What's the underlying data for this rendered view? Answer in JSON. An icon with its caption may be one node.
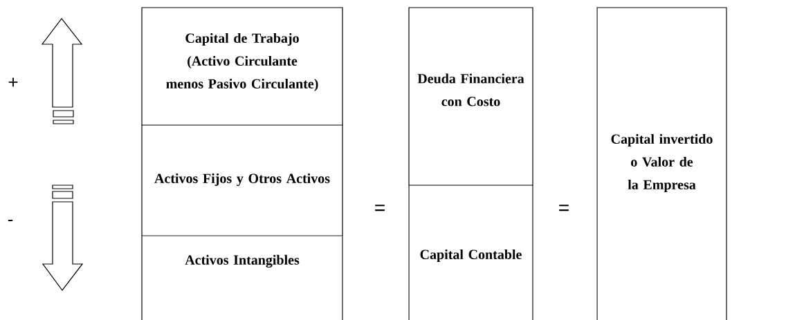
{
  "diagram": {
    "nodes": [
      {
        "text": [
          "Capital de Trabajo (Activo Circulante menos Pasivo Circulante)"
        ]
      },
      {
        "text": [
          "Activos Fijos y Otros Activos"
        ]
      },
      {
        "text": [
          "Activos Intangibles"
        ]
      },
      {
        "text": [
          "Deuda Financiera con Costo"
        ]
      },
      {
        "text": [
          "Capital Contable"
        ]
      },
      {
        "text": [
          "Capital invertido o Valor de la Empresa"
        ]
      }
    ],
    "labels": [
      "+",
      "-",
      "=",
      "="
    ]
  }
}
